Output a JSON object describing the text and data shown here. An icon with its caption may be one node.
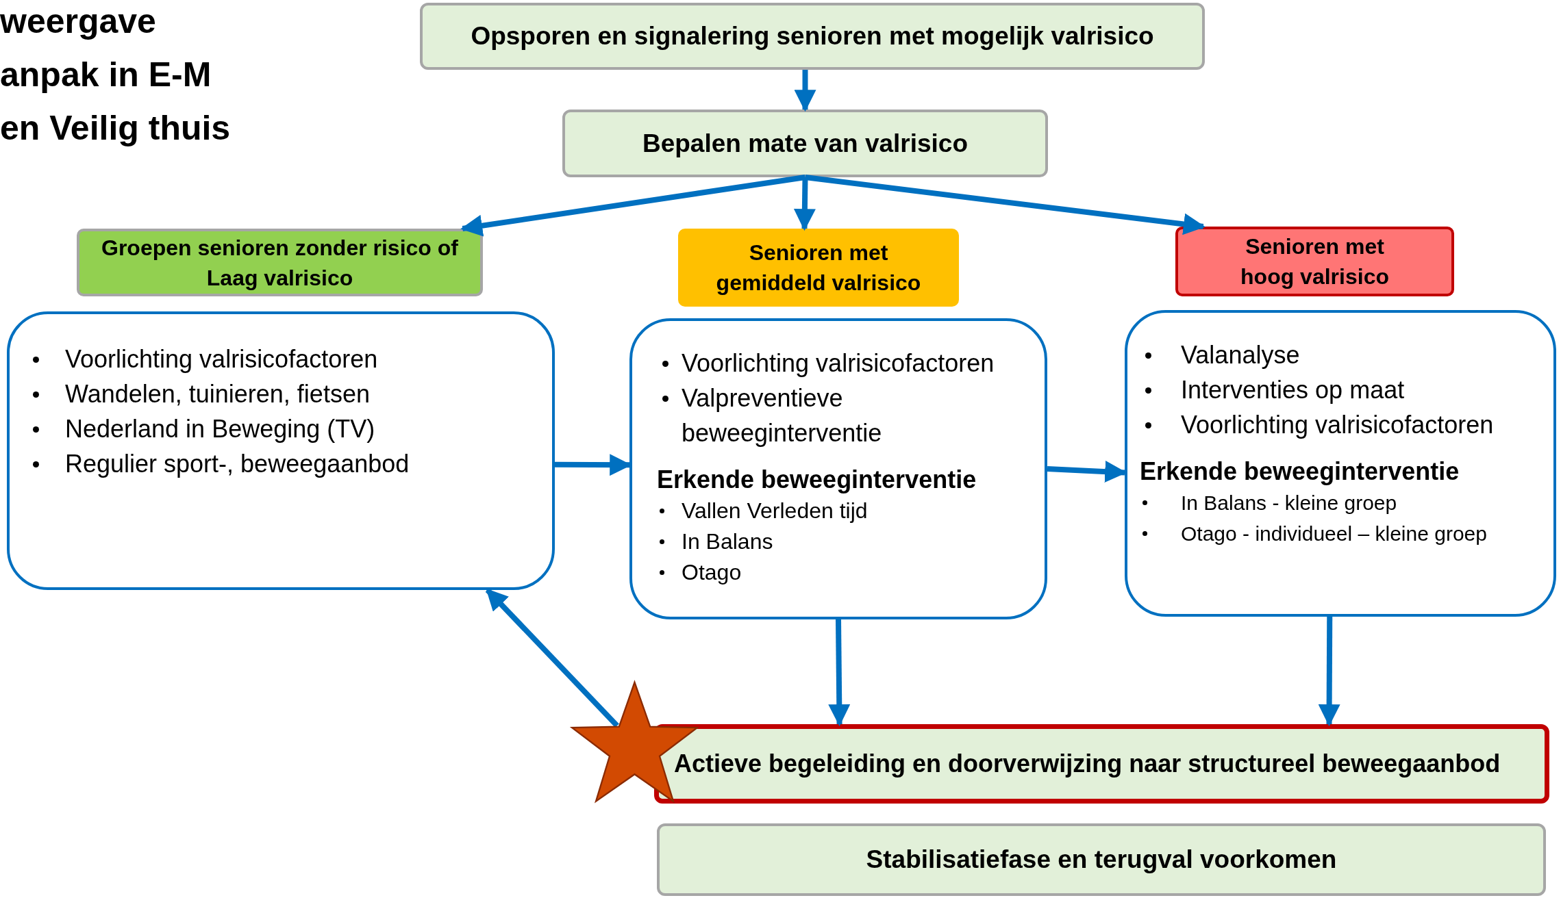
{
  "diagram": {
    "title": "weergave anpak in E-M en Veilig thuis",
    "nodes": [
      {
        "text": [
          "Opsporen en signalering senioren met mogelijk valrisico"
        ]
      },
      {
        "text": [
          "Bepalen mate van valrisico"
        ]
      },
      {
        "text": [
          "Groepen senioren zonder risico of Laag valrisico"
        ]
      },
      {
        "text": [
          "Senioren met gemiddeld valrisico"
        ]
      },
      {
        "text": [
          "Senioren met hoog valrisico"
        ]
      },
      {
        "text": [
          "Voorlichting valrisicofactoren",
          "Wandelen, tuinieren, fietsen",
          "Nederland in Beweging (TV)",
          "Regulier sport-,  beweegaanbod"
        ]
      },
      {
        "text": [
          "Voorlichting valrisicofactoren",
          "Valpreventieve beweeginterventie",
          "Erkende beweeginterventie",
          "Vallen Verleden tijd",
          "In Balans",
          "Otago"
        ]
      },
      {
        "text": [
          "Valanalyse",
          "Interventies op maat",
          "Voorlichting valrisicofactoren",
          "Erkende beweeginterventie",
          "In Balans - kleine groep",
          "Otago - individueel – kleine groep"
        ]
      },
      {
        "text": [
          "Actieve begeleiding en doorverwijzing naar structureel beweegaanbod"
        ]
      },
      {
        "text": [
          "Stabilisatiefase en terugval voorkomen"
        ]
      },
      {
        "text": [],
        "shape": "star"
      }
    ],
    "edges": [
      {
        "from": 0,
        "to": 1,
        "arrow": "to"
      },
      {
        "from": 1,
        "to": 2,
        "arrow": "to"
      },
      {
        "from": 1,
        "to": 3,
        "arrow": "to"
      },
      {
        "from": 1,
        "to": 4,
        "arrow": "to"
      },
      {
        "from": 5,
        "to": 6,
        "arrow": "to"
      },
      {
        "from": 6,
        "to": 7,
        "arrow": "to"
      },
      {
        "from": 6,
        "to": 8,
        "arrow": "to"
      },
      {
        "from": 7,
        "to": 8,
        "arrow": "to"
      },
      {
        "from": 10,
        "to": 5,
        "arrow": "to"
      }
    ]
  }
}
